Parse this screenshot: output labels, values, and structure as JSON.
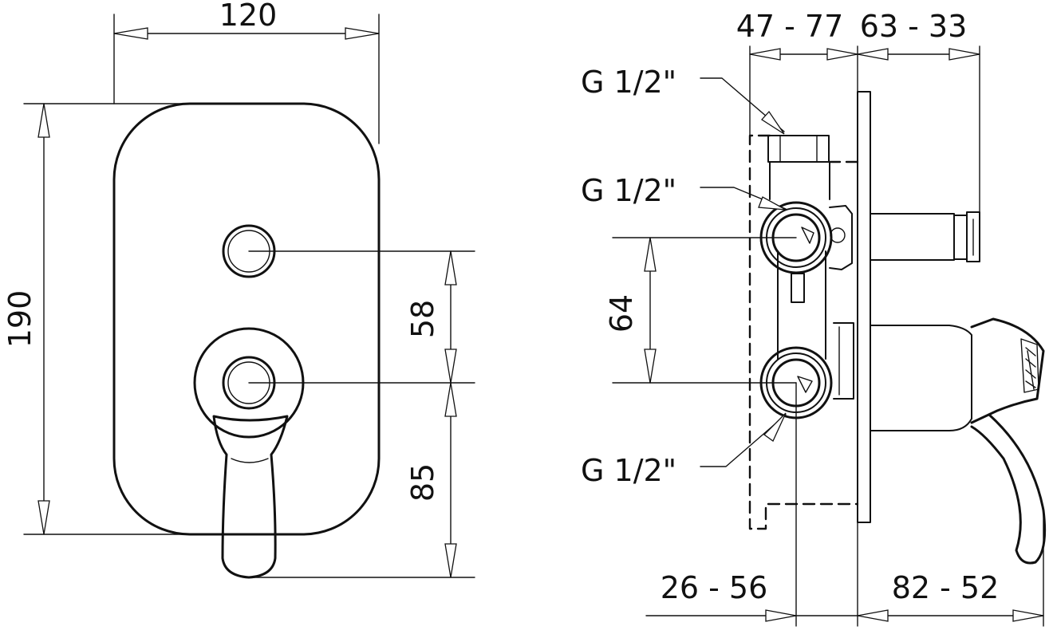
{
  "front_view": {
    "width": "120",
    "height": "190",
    "spacing_upper": "58",
    "spacing_lower": "85"
  },
  "side_view": {
    "depth_body": "47 - 77",
    "depth_extension": "63 - 33",
    "thread_top": "G  1/2\"",
    "thread_middle": "G  1/2\"",
    "thread_bottom": "G  1/2\"",
    "connection_spacing": "64",
    "depth_lower_left": "26  - 56",
    "depth_lower_right": "82 - 52"
  }
}
